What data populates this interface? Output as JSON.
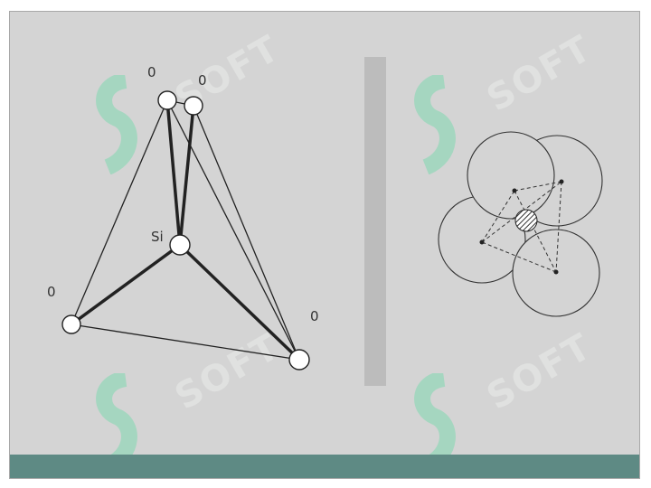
{
  "diagram": {
    "si_label": "Si",
    "oxygen_label": "0",
    "watermark_text": "SOFT"
  },
  "colors": {
    "slide_background": "#d4d4d4",
    "bottom_bar": "#5e8a84",
    "divider": "#bcbcbc",
    "lines": "#222222",
    "watermark": "#7fd8b0"
  }
}
